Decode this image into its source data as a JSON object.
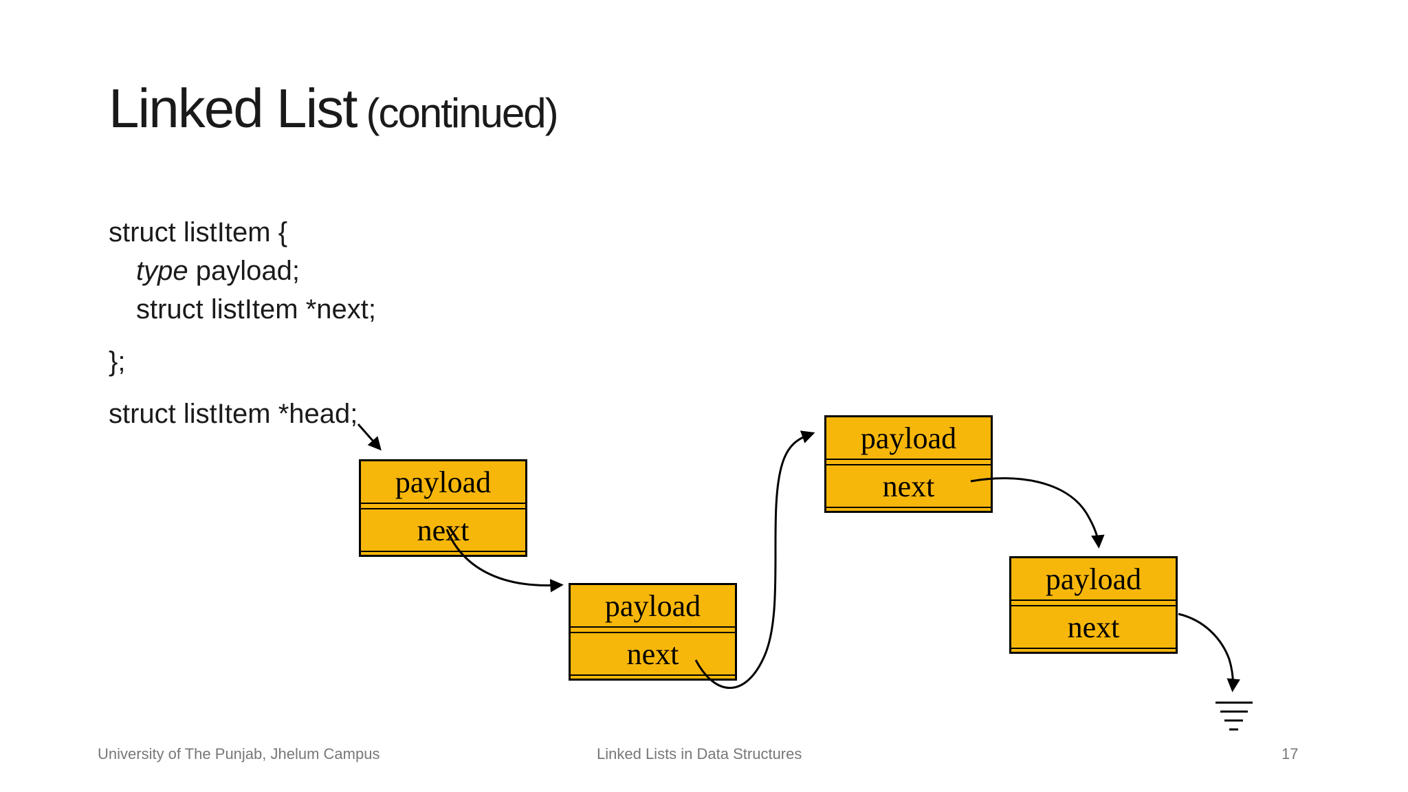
{
  "slide": {
    "title": {
      "main": "Linked List",
      "suffix": "(continued)"
    },
    "code": {
      "lines": [
        {
          "indent": 0,
          "gap_before": false,
          "segments": [
            {
              "text": "struct listItem {",
              "style": "normal"
            }
          ]
        },
        {
          "indent": 1,
          "gap_before": false,
          "segments": [
            {
              "text": "type",
              "style": "italic"
            },
            {
              "text": " payload;",
              "style": "normal"
            }
          ]
        },
        {
          "indent": 1,
          "gap_before": false,
          "segments": [
            {
              "text": "struct listItem *next;",
              "style": "normal"
            }
          ]
        },
        {
          "indent": 0,
          "gap_before": true,
          "segments": [
            {
              "text": "};",
              "style": "normal"
            }
          ]
        },
        {
          "indent": 0,
          "gap_before": true,
          "segments": [
            {
              "text": "struct listItem *head;",
              "style": "normal"
            }
          ]
        }
      ]
    },
    "diagram": {
      "nodes": [
        {
          "payload": "payload",
          "next": "next"
        },
        {
          "payload": "payload",
          "next": "next"
        },
        {
          "payload": "payload",
          "next": "next"
        },
        {
          "payload": "payload",
          "next": "next"
        }
      ],
      "null_icon": "ground-icon"
    },
    "footer": {
      "left": "University of The Punjab, Jhelum Campus",
      "center": "Linked Lists in Data Structures",
      "page_number": "17"
    },
    "colors": {
      "background": "#ffffff",
      "text": "#1a1a1a",
      "node_fill": "#f7b70a",
      "node_border": "#000000",
      "arrow": "#000000",
      "footer_text": "#777777"
    }
  }
}
